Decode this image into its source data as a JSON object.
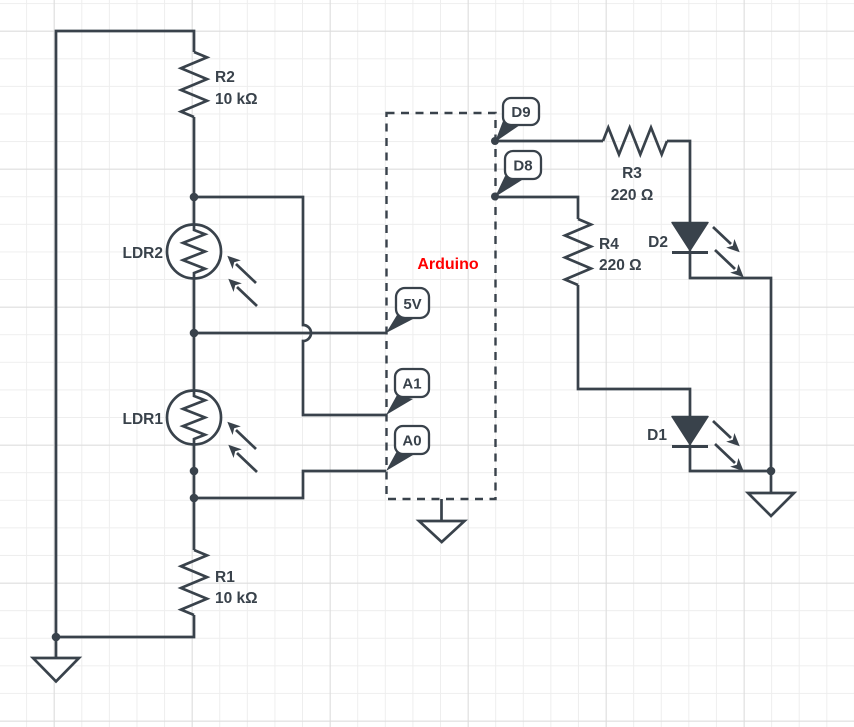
{
  "diagram": {
    "type": "circuit-schematic",
    "canvas": {
      "background": "#ffffff",
      "grid_minor_color": "#eeeeee",
      "grid_major_color": "#dcdcdc",
      "stroke_color": "#39424b",
      "accent_color": "#ff0000"
    },
    "arduino": {
      "label": "Arduino",
      "pins": {
        "d9": "D9",
        "d8": "D8",
        "v5": "5V",
        "a1": "A1",
        "a0": "A0"
      }
    },
    "components": {
      "r2": {
        "designator": "R2",
        "value": "10 kΩ",
        "kind": "resistor"
      },
      "r1": {
        "designator": "R1",
        "value": "10 kΩ",
        "kind": "resistor"
      },
      "r3": {
        "designator": "R3",
        "value": "220 Ω",
        "kind": "resistor"
      },
      "r4": {
        "designator": "R4",
        "value": "220 Ω",
        "kind": "resistor"
      },
      "ldr2": {
        "designator": "LDR2",
        "kind": "photoresistor"
      },
      "ldr1": {
        "designator": "LDR1",
        "kind": "photoresistor"
      },
      "d2": {
        "designator": "D2",
        "kind": "led"
      },
      "d1": {
        "designator": "D1",
        "kind": "led"
      }
    }
  }
}
